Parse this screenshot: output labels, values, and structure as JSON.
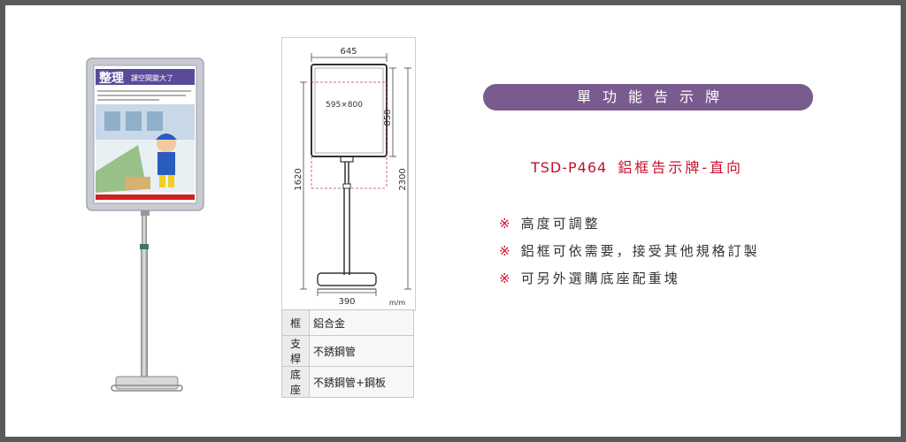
{
  "header": {
    "title": "單功能告示牌"
  },
  "product": {
    "model": "TSD-P464",
    "name": "鋁框告示牌-直向"
  },
  "features": [
    {
      "mark": "※",
      "text": "高度可調整"
    },
    {
      "mark": "※",
      "text": "鋁框可依需要，接受其他規格訂製"
    },
    {
      "mark": "※",
      "text": "可另外選購底座配重塊"
    }
  ],
  "drawing": {
    "frame_width": "645",
    "poster_size": "595×800",
    "frame_height": "850",
    "total_height": "2300",
    "min_height": "1620",
    "base_width": "390",
    "unit": "m/m"
  },
  "poster": {
    "heading": "整理",
    "subheading": "課空間變大了"
  },
  "specs": [
    {
      "part": "框",
      "material": "鋁合金"
    },
    {
      "part": "支桿",
      "material": "不銹鋼管"
    },
    {
      "part": "底座",
      "material": "不銹鋼管+鋼板"
    }
  ],
  "colors": {
    "accent_purple": "#7a5b8e",
    "model_red": "#c8102e",
    "frame_silver": "#c9cbd3",
    "border_gray": "#5a5a5a"
  }
}
